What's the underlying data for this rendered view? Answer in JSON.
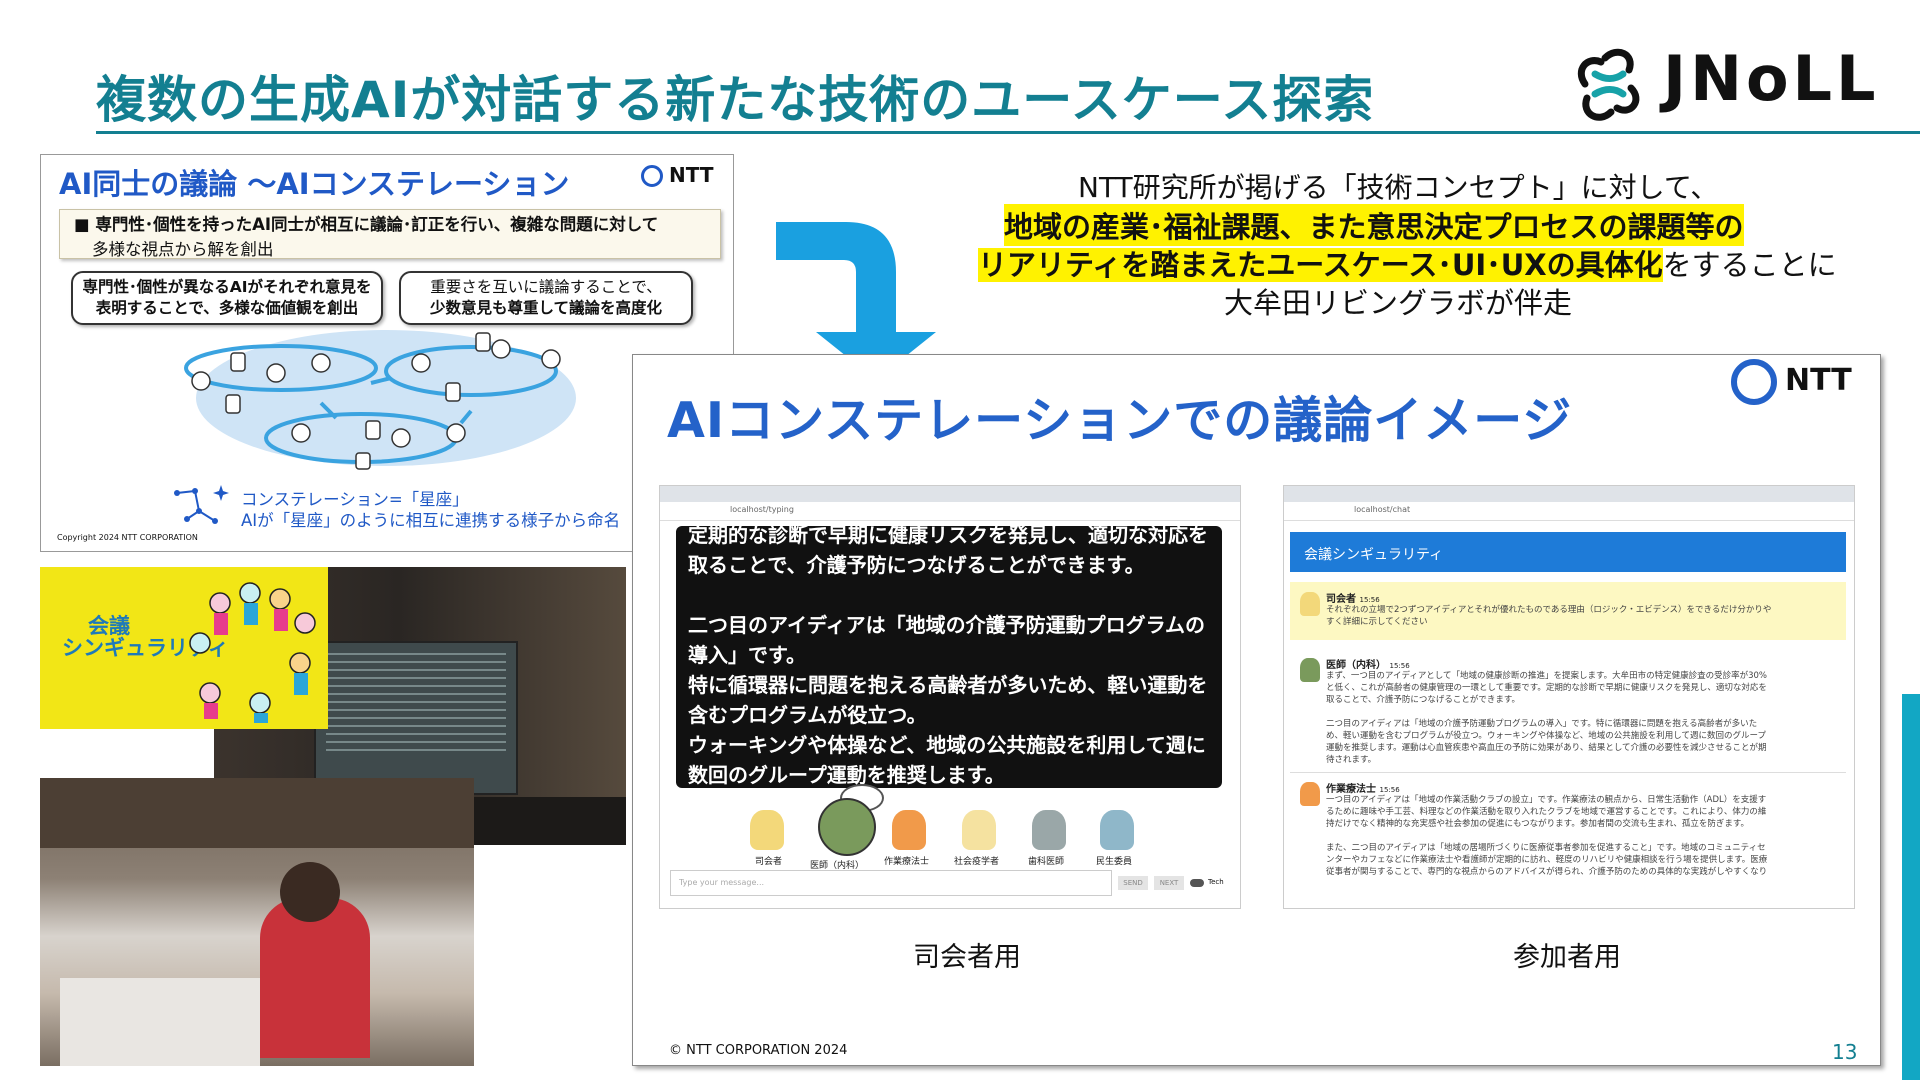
{
  "header": {
    "title": "複数の生成AIが対話する新たな技術のユースケース探索",
    "logo_text": "JNoLL"
  },
  "left_slide": {
    "title": "AI同士の議論 ～AIコンステレーション",
    "ntt_label": "NTT",
    "bullet_line1": "■ 専門性･個性を持ったAI同士が相互に議論･訂正を行い、複雑な問題に対して",
    "bullet_line2": "多様な視点から解を創出",
    "bubble1_line1": "専門性･個性が異なるAIがそれぞれ意見を",
    "bubble1_line2": "表明することで、多様な価値観を創出",
    "bubble2_line1": "重要さを互いに議論することで、",
    "bubble2_line2": "少数意見も尊重して議論を高度化",
    "constellation_line1": "コンステレーション=「星座」",
    "constellation_line2": "AIが「星座」のように相互に連携する様子から命名",
    "copyright": "Copyright 2024 NTT CORPORATION"
  },
  "photos": {
    "yellow_title_line1": "会議",
    "yellow_title_line2": "シンギュラリティ"
  },
  "right_text": {
    "line1": "NTT研究所が掲げる「技術コンセプト」に対して、",
    "line2": "地域の産業･福祉課題、また意思決定プロセスの課題等の",
    "line3_highlight": "リアリティを踏まえたユースケース･UI･UXの具体化",
    "line3_rest": "をすることに",
    "line4": "大牟田リビングラボが伴走"
  },
  "panel": {
    "title": "AIコンステレーションでの議論イメージ",
    "ntt_label": "NTT",
    "copyright": "© NTT CORPORATION 2024",
    "caption_moderator": "司会者用",
    "caption_participant": "参加者用"
  },
  "moderator_view": {
    "url": "localhost/typing",
    "text": [
      "定期的な診断で早期に健康リスクを発見し、適切な対応を",
      "取ることで、介護予防につなげることができます。",
      "",
      "二つ目のアイディアは「地域の介護予防運動プログラムの",
      "導入」です。",
      "特に循環器に問題を抱える高齢者が多いため、軽い運動を",
      "含むプログラムが役立つ。",
      "ウォーキングや体操など、地域の公共施設を利用して週に",
      "数回のグループ運動を推奨します。"
    ],
    "avatars": [
      "司会者",
      "医師（内科）",
      "作業療法士",
      "社会疫学者",
      "歯科医師",
      "民生委員"
    ],
    "input_placeholder": "Type your message...",
    "send_label": "SEND",
    "next_label": "NEXT",
    "toggle_label": "Tech"
  },
  "participant_view": {
    "url": "localhost/chat",
    "header": "会議シンギュラリティ",
    "messages": [
      {
        "name": "司会者",
        "time": "15:56",
        "lines": [
          "それぞれの立場で2つずつアイディアとそれが優れたものである理由（ロジック・エビデンス）をできるだけ分かりや",
          "すく詳細に示してください"
        ]
      },
      {
        "name": "医師（内科）",
        "time": "15:56",
        "lines": [
          "まず、一つ目のアイディアとして「地域の健康診断の推進」を提案します。大牟田市の特定健康診査の受診率が30%",
          "と低く、これが高齢者の健康管理の一環として重要です。定期的な診断で早期に健康リスクを発見し、適切な対応を",
          "取ることで、介護予防につなげることができます。",
          "",
          "二つ目のアイディアは「地域の介護予防運動プログラムの導入」です。特に循環器に問題を抱える高齢者が多いた",
          "め、軽い運動を含むプログラムが役立つ。ウォーキングや体操など、地域の公共施設を利用して週に数回のグループ",
          "運動を推奨します。運動は心血管疾患や高血圧の予防に効果があり、結果として介護の必要性を減少させることが期",
          "待されます。"
        ]
      },
      {
        "name": "作業療法士",
        "time": "15:56",
        "lines": [
          "一つ目のアイディアは「地域の作業活動クラブの設立」です。作業療法の観点から、日常生活動作（ADL）を支援す",
          "るために趣味や手工芸、料理などの作業活動を取り入れたクラブを地域で運営することです。これにより、体力の維",
          "持だけでなく精神的な充実感や社会参加の促進にもつながります。参加者間の交流も生まれ、孤立を防ぎます。",
          "",
          "また、二つ目のアイディアは「地域の居場所づくりに医療従事者参加を促進すること」です。地域のコミュニティセ",
          "ンターやカフェなどに作業療法士や看護師が定期的に訪れ、軽度のリハビリや健康相談を行う場を提供します。医療",
          "従事者が関与することで、専門的な視点からのアドバイスが得られ、介護予防のための具体的な実践がしやすくなり"
        ]
      }
    ]
  },
  "page_number": "13",
  "colors": {
    "teal": "#137f91",
    "blue": "#2462c9",
    "arrow": "#1aa0e0",
    "highlight": "#fff200"
  }
}
